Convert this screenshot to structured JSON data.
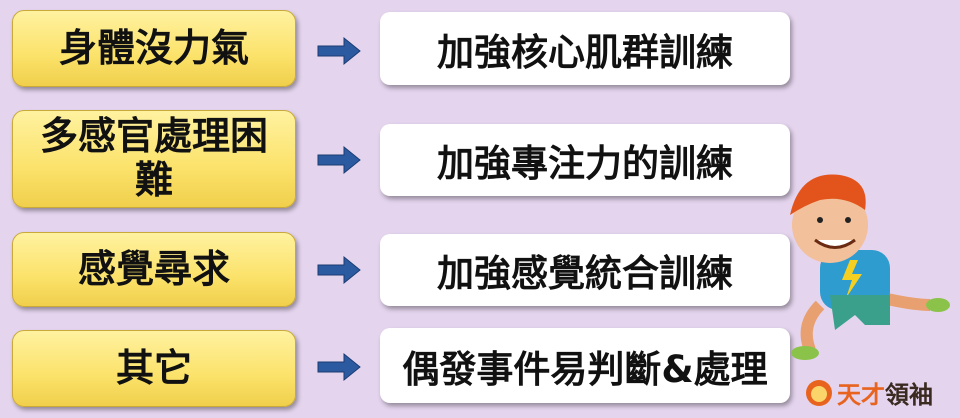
{
  "rows": [
    {
      "problem": "身體沒力氣",
      "solution": "加強核心肌群訓練"
    },
    {
      "problem": "多感官處理困難",
      "solution": "加強專注力的訓練"
    },
    {
      "problem": "感覺尋求",
      "solution": "加強感覺統合訓練"
    },
    {
      "problem": "其它",
      "solution": "偶發事件易判斷&處理"
    }
  ],
  "logo": {
    "part1": "天才",
    "part2": "領袖"
  },
  "colors": {
    "background": "#e4d4ee",
    "problem_box": "#fbe26a",
    "arrow": "#2c5aa0",
    "logo_orange": "#e8641e"
  }
}
